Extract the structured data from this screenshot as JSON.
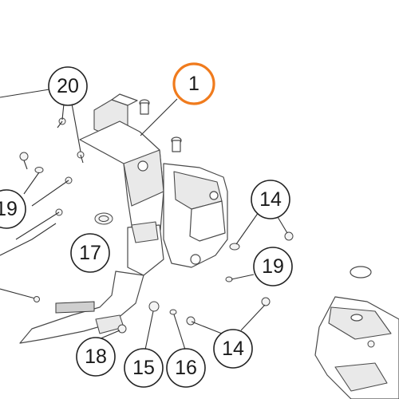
{
  "diagram": {
    "highlight_color": "#f07b1d",
    "callouts": [
      {
        "id": "1",
        "label": "1",
        "highlighted": true
      },
      {
        "id": "20",
        "label": "20"
      },
      {
        "id": "19a",
        "label": "19"
      },
      {
        "id": "17",
        "label": "17"
      },
      {
        "id": "14a",
        "label": "14"
      },
      {
        "id": "19b",
        "label": "19"
      },
      {
        "id": "18",
        "label": "18"
      },
      {
        "id": "15",
        "label": "15"
      },
      {
        "id": "16",
        "label": "16"
      },
      {
        "id": "14b",
        "label": "14"
      }
    ]
  }
}
